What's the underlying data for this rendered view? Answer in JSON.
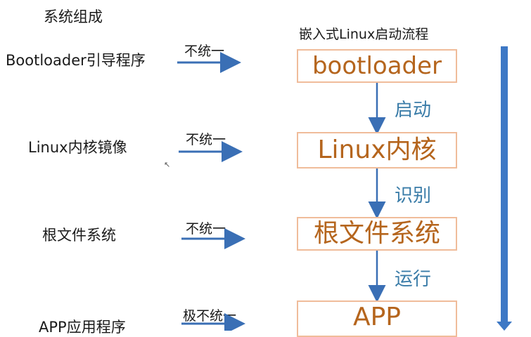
{
  "page": {
    "title": "系统组成",
    "flow_title": "嵌入式Linux启动流程"
  },
  "components": [
    {
      "label": "Bootloader引导程序",
      "tag": "不统一"
    },
    {
      "label": "Linux内核镜像",
      "tag": "不统一"
    },
    {
      "label": "根文件系统",
      "tag": "不统一"
    },
    {
      "label": "APP应用程序",
      "tag": "极不统一"
    }
  ],
  "flow": {
    "stages": [
      "bootloader",
      "Linux内核",
      "根文件系统",
      "APP"
    ],
    "transitions": [
      "启动",
      "识别",
      "运行"
    ]
  },
  "colors": {
    "arrow": "#3a6fb5",
    "box_border": "#f0bc9a",
    "stage_text": "#b5651d",
    "transition_text": "#3a7ca8"
  }
}
